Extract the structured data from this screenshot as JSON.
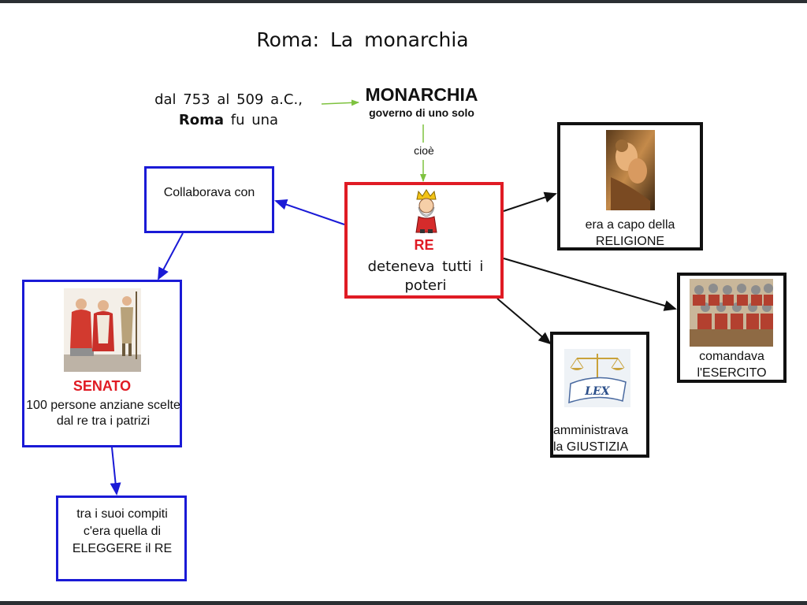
{
  "title": "Roma:  La  monarchia",
  "intro": {
    "line1": "dal 753 al 509 a.C.,",
    "bold": "Roma",
    "rest": " fu una"
  },
  "monarchia": {
    "title": "MONARCHIA",
    "subtitle": "governo di uno solo"
  },
  "cioe": "cioè",
  "re": {
    "label": "RE",
    "description": "deteneva tutti i poteri",
    "icon": "king-icon"
  },
  "collaborava": {
    "text": "Collaborava con"
  },
  "senato": {
    "label": "SENATO",
    "description": "100 persone anziane scelte dal re tra i patrizi",
    "image": "senators-illustration"
  },
  "eleggere": {
    "text": "tra i suoi compiti c'era quella di ELEGGERE il RE"
  },
  "religione": {
    "line1": "era a capo della",
    "line2": "RELIGIONE",
    "image": "religious-painting"
  },
  "esercito": {
    "line1": "comandava",
    "line2": "l'ESERCITO",
    "image": "roman-soldiers-image"
  },
  "giustizia": {
    "line1": "amministrava",
    "line2": "la GIUSTIZIA",
    "image": "lex-scales-icon"
  },
  "colors": {
    "red": "#e01b24",
    "blue": "#1a1ad6",
    "green": "#7ec23f",
    "black": "#111111"
  }
}
